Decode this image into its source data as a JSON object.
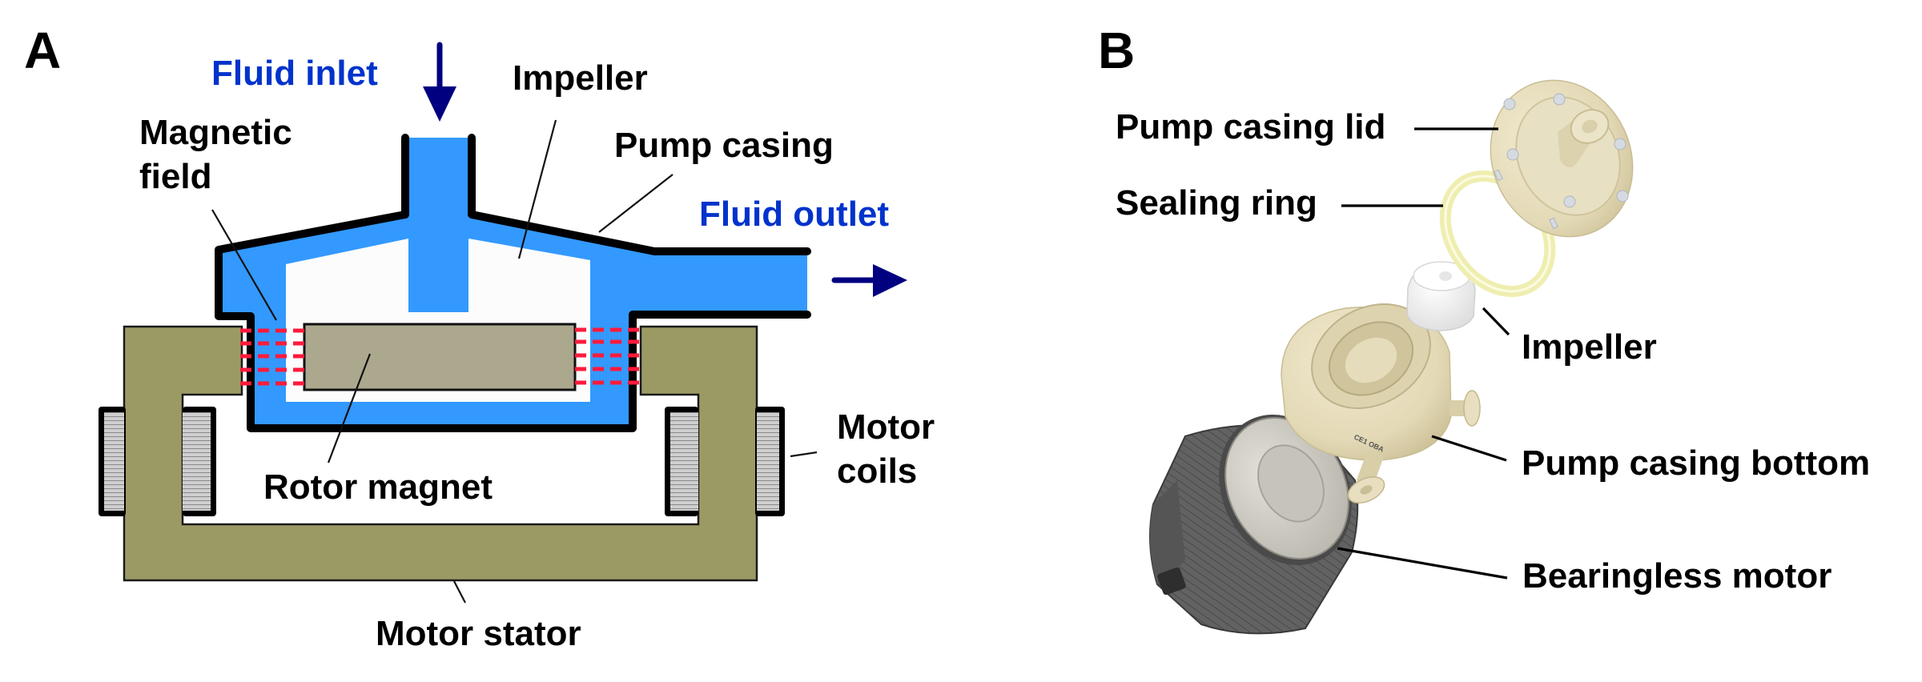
{
  "figure": {
    "panel_a": {
      "letter": "A",
      "labels": {
        "fluid_inlet": "Fluid inlet",
        "impeller": "Impeller",
        "magnetic_field_line1": "Magnetic",
        "magnetic_field_line2": "field",
        "pump_casing": "Pump casing",
        "fluid_outlet": "Fluid outlet",
        "rotor_magnet": "Rotor magnet",
        "motor_coils_line1": "Motor",
        "motor_coils_line2": "coils",
        "motor_stator": "Motor stator"
      }
    },
    "panel_b": {
      "letter": "B",
      "labels": {
        "pump_casing_lid": "Pump casing lid",
        "sealing_ring": "Sealing ring",
        "impeller": "Impeller",
        "pump_casing_bottom": "Pump casing bottom",
        "bearingless_motor": "Bearingless motor"
      },
      "part_marking": "CE1 OBA"
    }
  },
  "colors": {
    "fluid": "#3399ff",
    "chamber": "#fcfcfc",
    "stator": "#9c9a64",
    "rotor": "#aca88e",
    "coil": "#c8c8c8",
    "field_lines": "#ff1a3c",
    "arrow": "#000080",
    "blue_label": "#0033cc",
    "casing_part": "#e6ddbc",
    "motor_body": "#5e5e5e",
    "motor_disc": "#d2d0c8",
    "sealing_ring": "#f3f2c0",
    "impeller_part": "#f4f4f4"
  }
}
